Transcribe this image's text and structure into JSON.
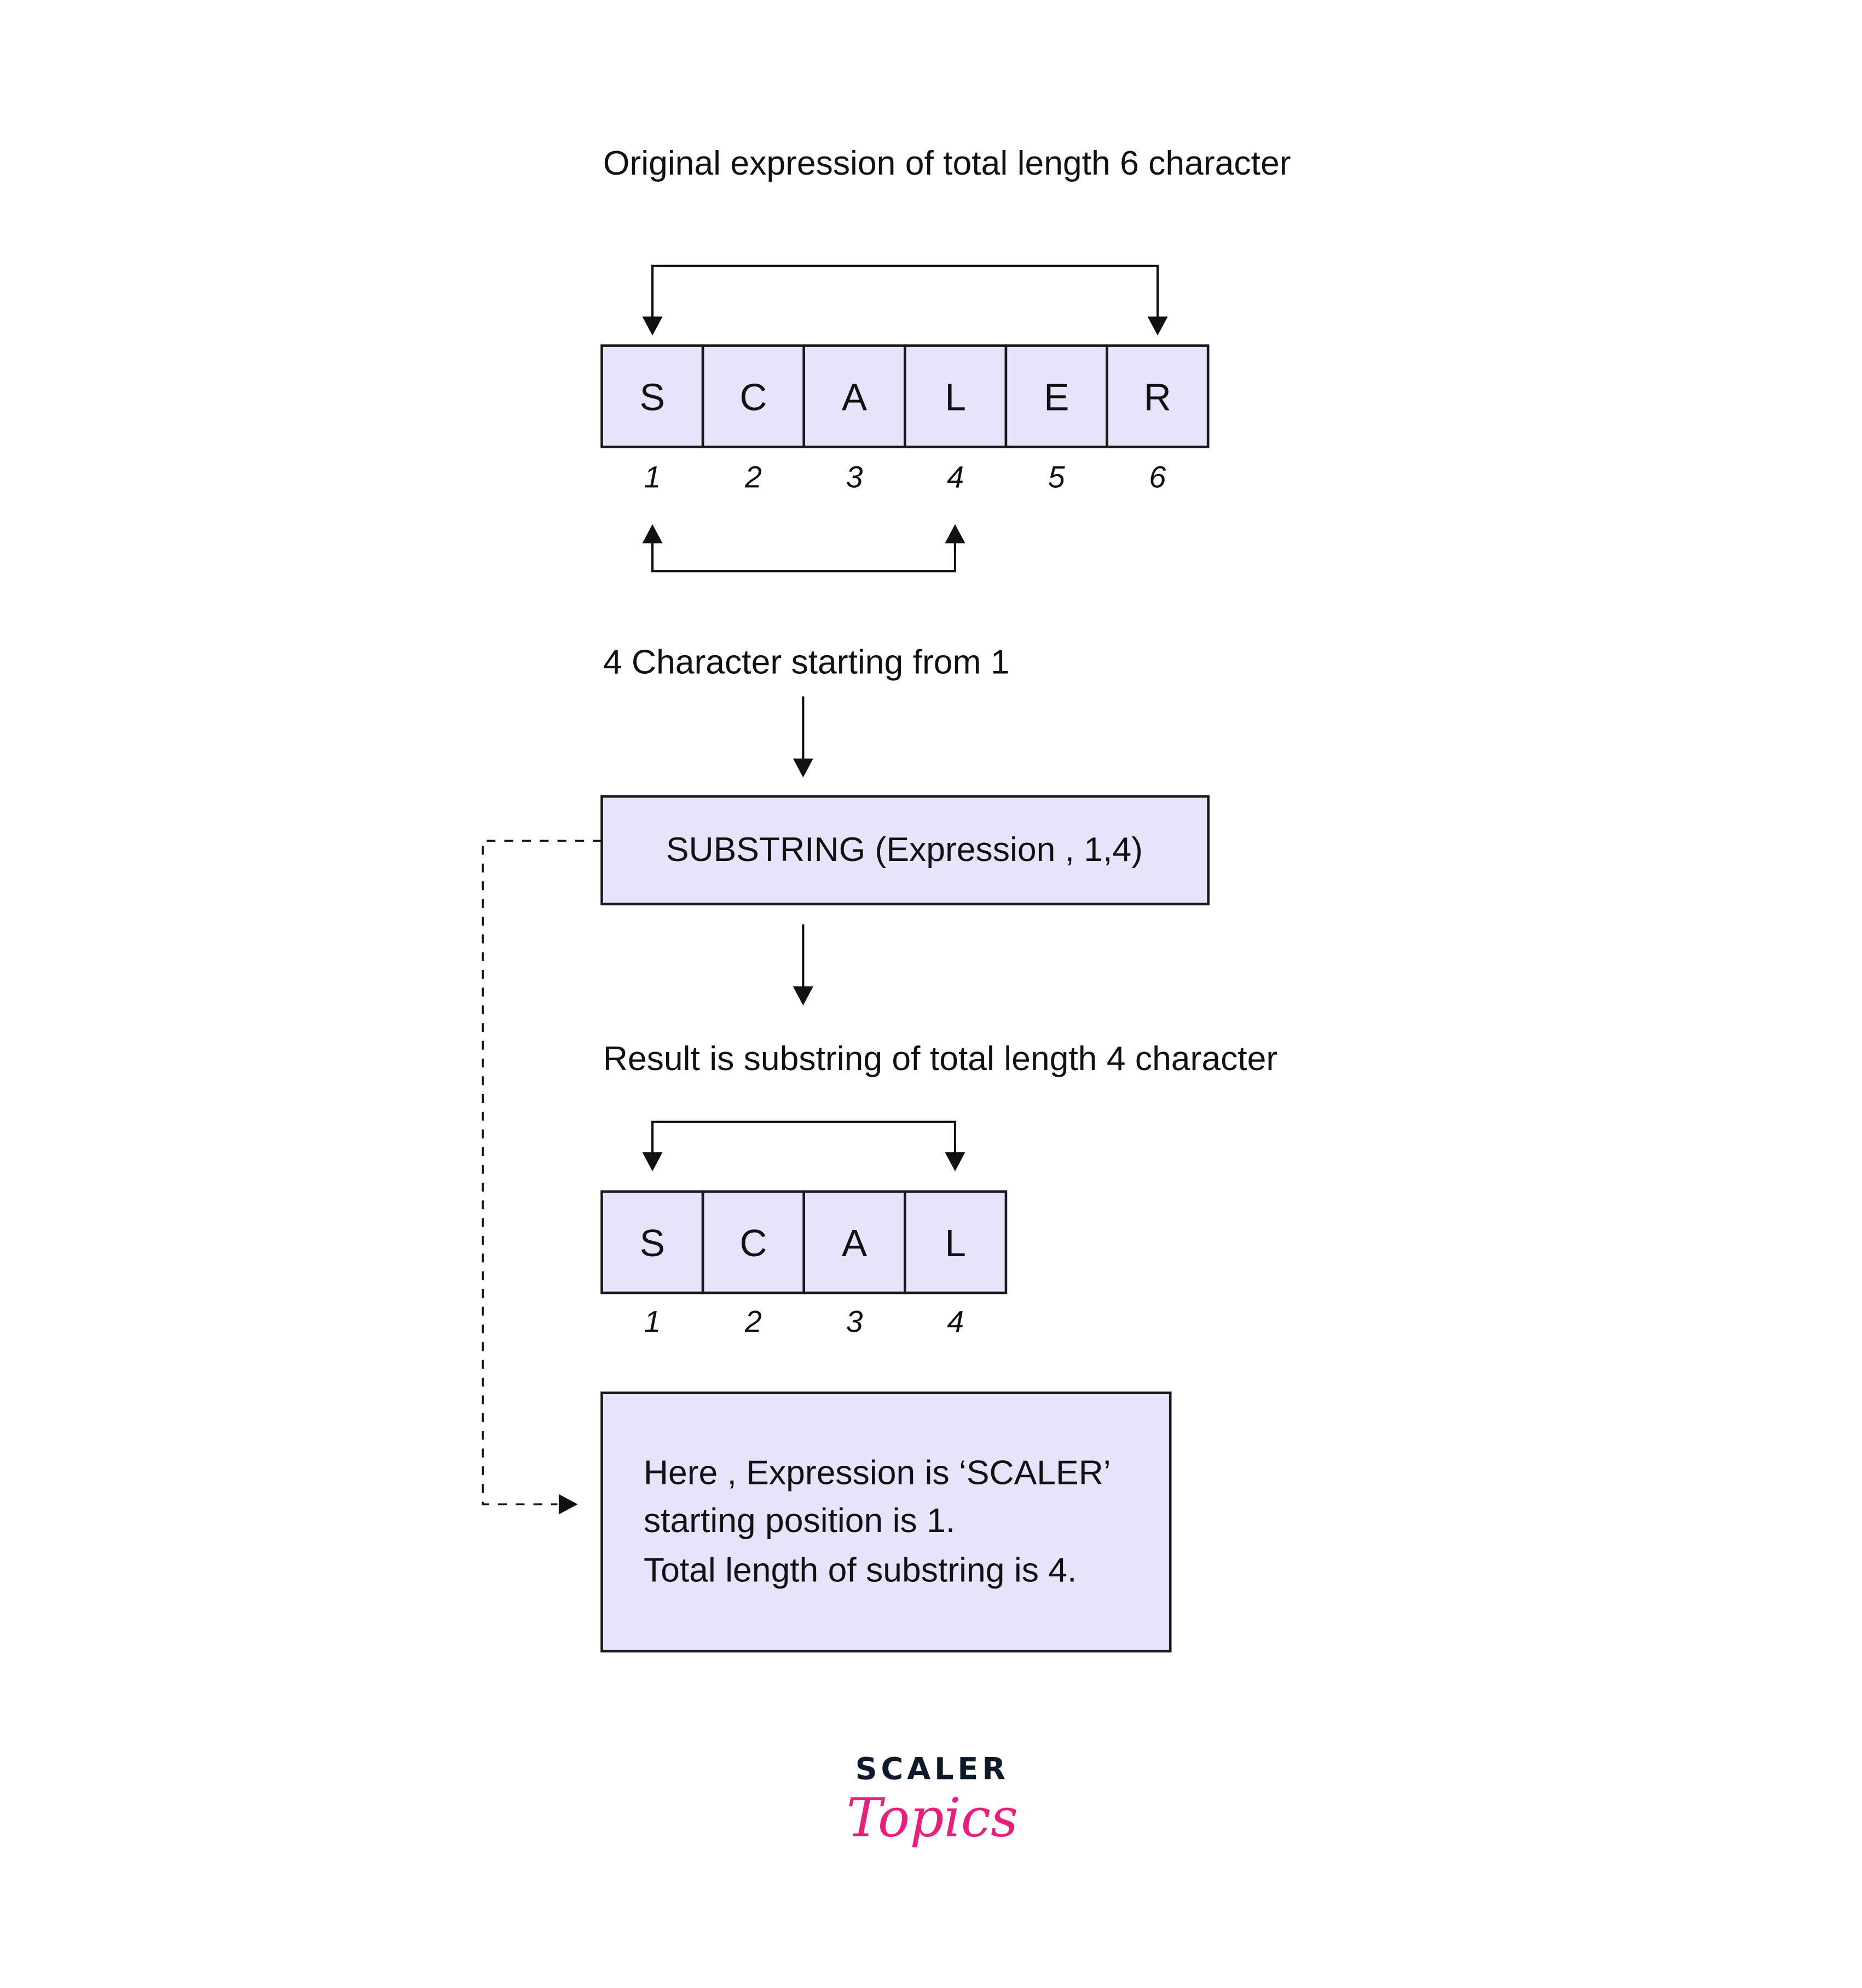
{
  "diagram": {
    "original_caption": "Original expression of total length 6 character",
    "original_chars": [
      "S",
      "C",
      "A",
      "L",
      "E",
      "R"
    ],
    "original_indices": [
      "1",
      "2",
      "3",
      "4",
      "5",
      "6"
    ],
    "selection_caption": "4 Character starting from 1",
    "function_box": "SUBSTRING (Expression , 1,4)",
    "result_caption": "Result is substring of total length 4 character",
    "result_chars": [
      "S",
      "C",
      "A",
      "L"
    ],
    "result_indices": [
      "1",
      "2",
      "3",
      "4"
    ],
    "explanation_lines": [
      "Here , Expression is ‘SCALER’",
      "starting position is 1.",
      "Total length of substring is 4."
    ]
  },
  "branding": {
    "word1": "SCALER",
    "word2": "Topics",
    "color_dark": "#0d1a2b",
    "color_pink": "#e91e7a"
  },
  "colors": {
    "box_fill": "#e6e4fb",
    "stroke": "#111111"
  }
}
